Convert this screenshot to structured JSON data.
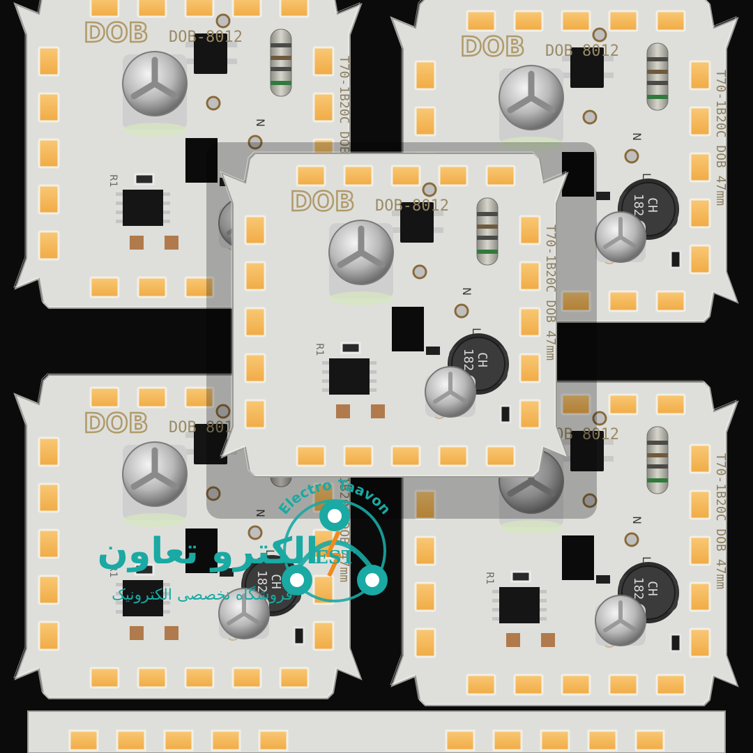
{
  "board": {
    "logo": "DOB",
    "model": "DOB-8012",
    "model_spaced": "DOB 8012",
    "side_code": "T70-1B20C",
    "side_size": "DOB 47mm",
    "inductor_line1": "CH",
    "inductor_line2": "182",
    "pad_n": "N",
    "pad_l": "L",
    "ic_ref": "R1"
  },
  "watermark": {
    "brand_fa": "الکترو تعاون",
    "tagline_fa": "فروشگاه تخصصی الکترونیک",
    "ring_text": "Electro Taavon",
    "monogram": "EST"
  },
  "colors": {
    "background": "#0b0b0b",
    "board": "#dcdcd8",
    "led": "#f6bb5a",
    "silkscreen": "#b09a6a",
    "watermark_teal": "#1aa9a3",
    "watermark_orange": "#f08a1c"
  }
}
